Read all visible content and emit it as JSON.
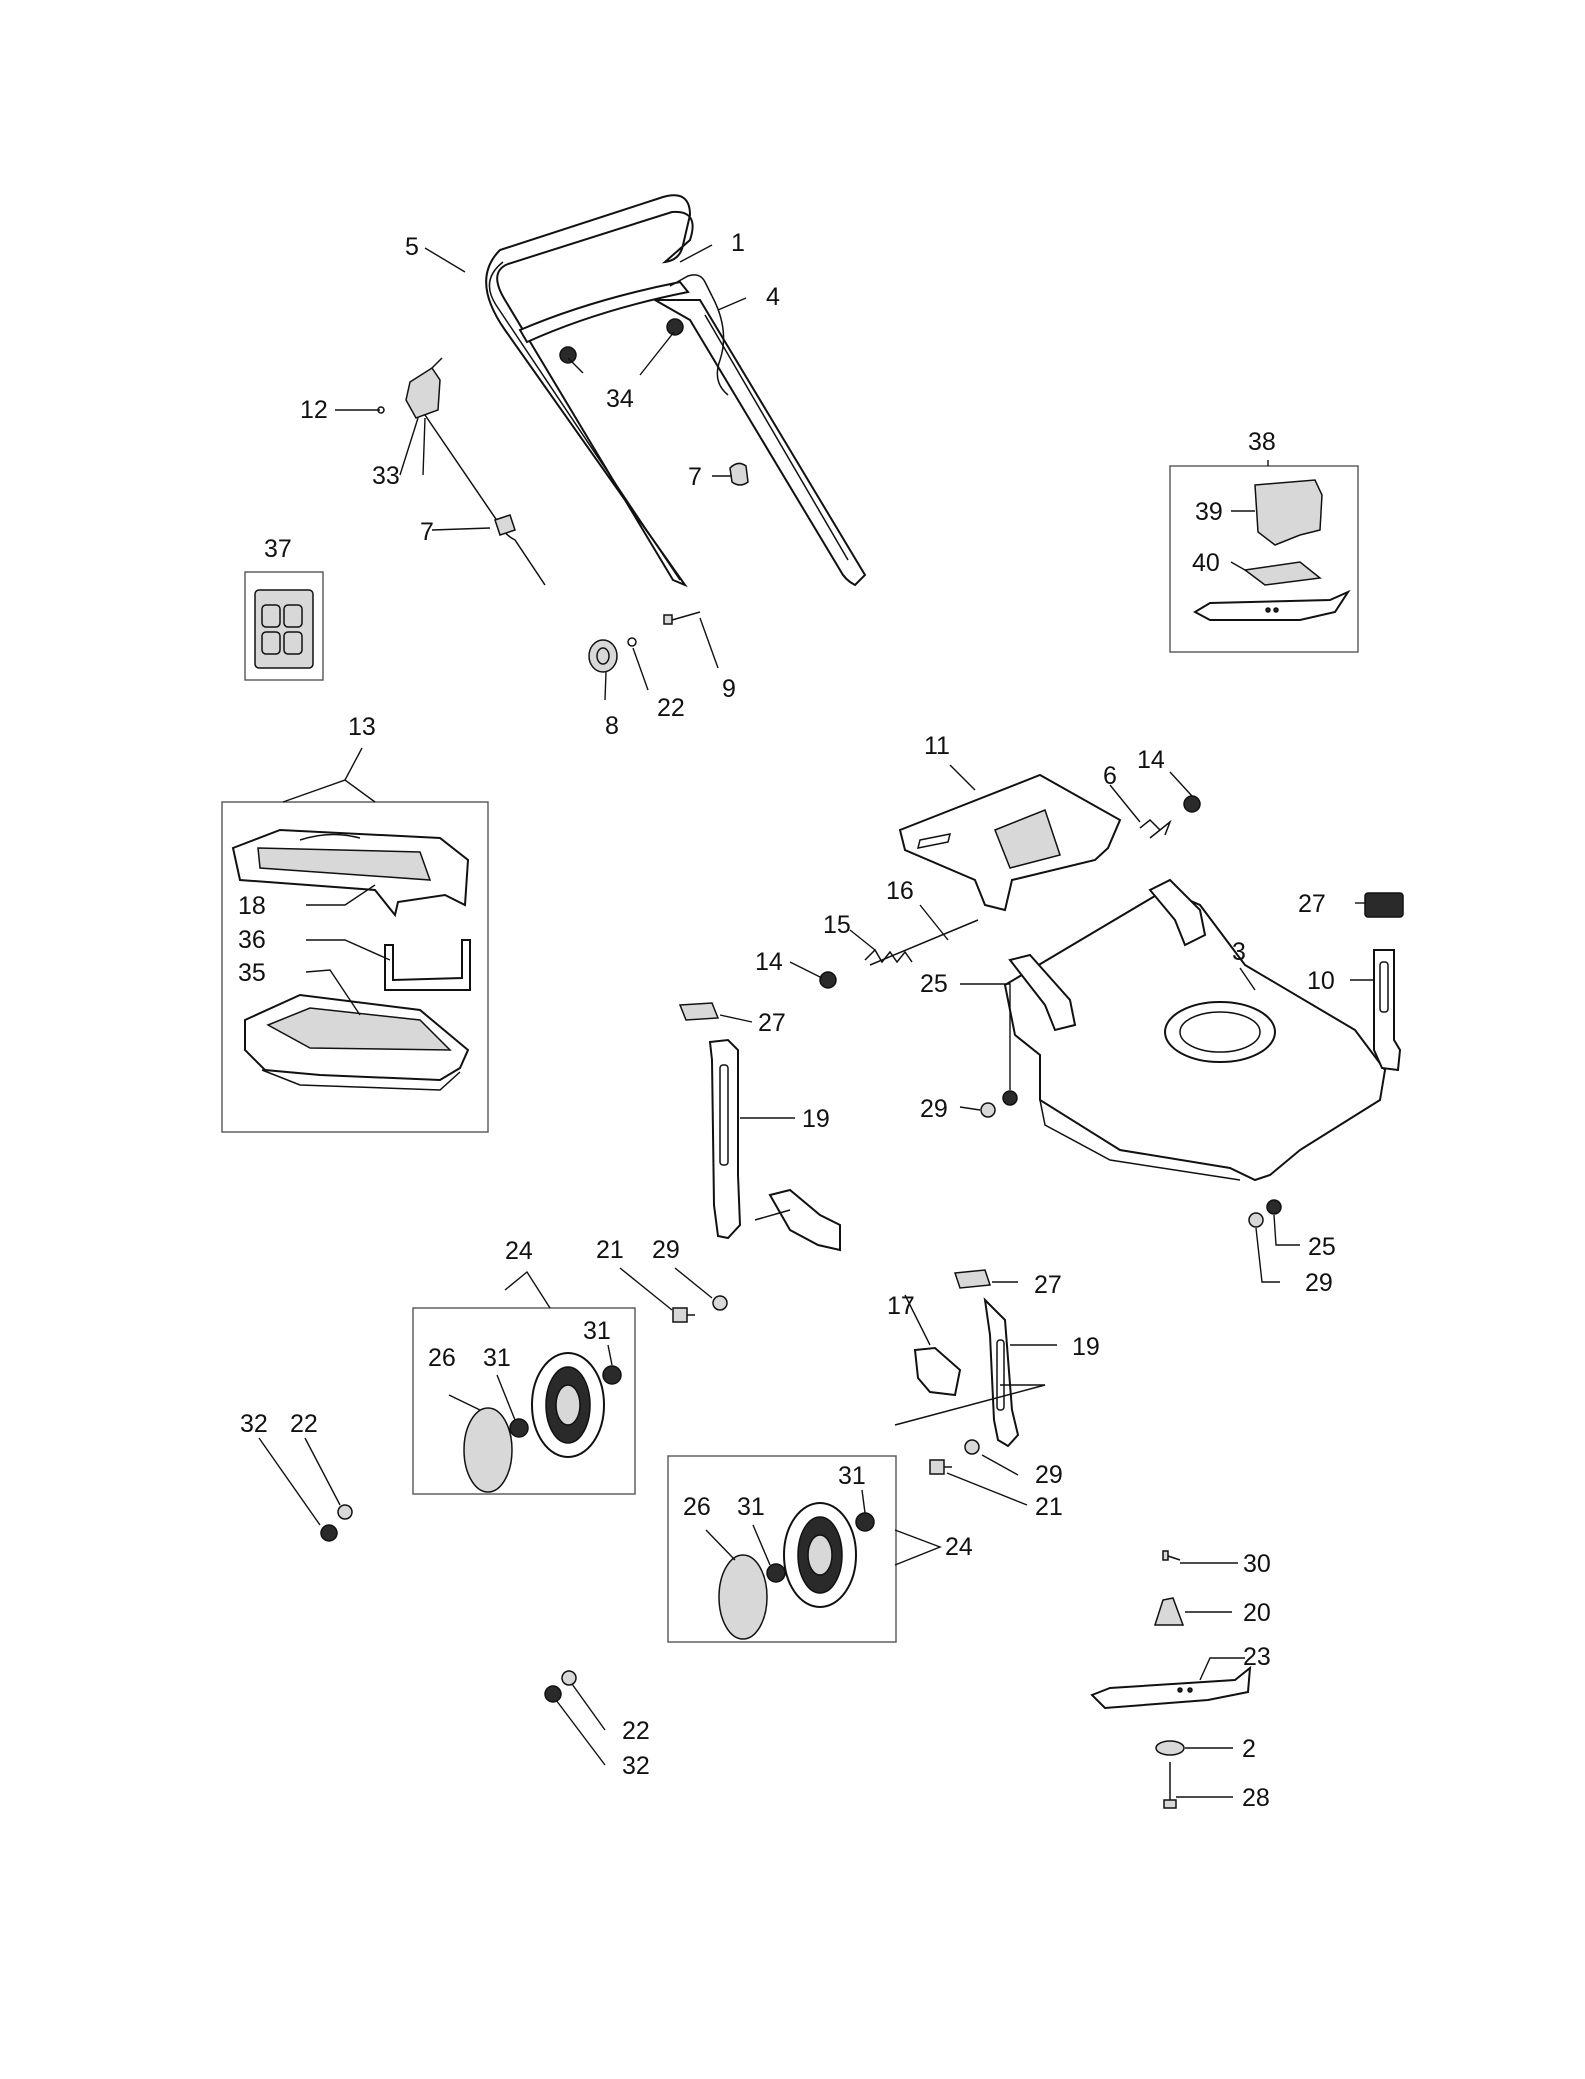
{
  "callouts": [
    {
      "id": "c1",
      "text": "1"
    },
    {
      "id": "c2",
      "text": "2"
    },
    {
      "id": "c3",
      "text": "3"
    },
    {
      "id": "c4",
      "text": "4"
    },
    {
      "id": "c5",
      "text": "5"
    },
    {
      "id": "c6",
      "text": "6"
    },
    {
      "id": "c7a",
      "text": "7"
    },
    {
      "id": "c7b",
      "text": "7"
    },
    {
      "id": "c8",
      "text": "8"
    },
    {
      "id": "c9",
      "text": "9"
    },
    {
      "id": "c10",
      "text": "10"
    },
    {
      "id": "c11",
      "text": "11"
    },
    {
      "id": "c12",
      "text": "12"
    },
    {
      "id": "c13",
      "text": "13"
    },
    {
      "id": "c14a",
      "text": "14"
    },
    {
      "id": "c14b",
      "text": "14"
    },
    {
      "id": "c15",
      "text": "15"
    },
    {
      "id": "c16",
      "text": "16"
    },
    {
      "id": "c17",
      "text": "17"
    },
    {
      "id": "c18",
      "text": "18"
    },
    {
      "id": "c19a",
      "text": "19"
    },
    {
      "id": "c19b",
      "text": "19"
    },
    {
      "id": "c20",
      "text": "20"
    },
    {
      "id": "c21a",
      "text": "21"
    },
    {
      "id": "c21b",
      "text": "21"
    },
    {
      "id": "c22a",
      "text": "22"
    },
    {
      "id": "c22b",
      "text": "22"
    },
    {
      "id": "c22c",
      "text": "22"
    },
    {
      "id": "c23",
      "text": "23"
    },
    {
      "id": "c24a",
      "text": "24"
    },
    {
      "id": "c24b",
      "text": "24"
    },
    {
      "id": "c25a",
      "text": "25"
    },
    {
      "id": "c25b",
      "text": "25"
    },
    {
      "id": "c26a",
      "text": "26"
    },
    {
      "id": "c26b",
      "text": "26"
    },
    {
      "id": "c27a",
      "text": "27"
    },
    {
      "id": "c27b",
      "text": "27"
    },
    {
      "id": "c27c",
      "text": "27"
    },
    {
      "id": "c28",
      "text": "28"
    },
    {
      "id": "c29a",
      "text": "29"
    },
    {
      "id": "c29b",
      "text": "29"
    },
    {
      "id": "c29c",
      "text": "29"
    },
    {
      "id": "c29d",
      "text": "29"
    },
    {
      "id": "c30",
      "text": "30"
    },
    {
      "id": "c31a",
      "text": "31"
    },
    {
      "id": "c31b",
      "text": "31"
    },
    {
      "id": "c31c",
      "text": "31"
    },
    {
      "id": "c31d",
      "text": "31"
    },
    {
      "id": "c32a",
      "text": "32"
    },
    {
      "id": "c32b",
      "text": "32"
    },
    {
      "id": "c33",
      "text": "33"
    },
    {
      "id": "c34",
      "text": "34"
    },
    {
      "id": "c35",
      "text": "35"
    },
    {
      "id": "c36",
      "text": "36"
    },
    {
      "id": "c37",
      "text": "37"
    },
    {
      "id": "c38",
      "text": "38"
    },
    {
      "id": "c39",
      "text": "39"
    },
    {
      "id": "c40",
      "text": "40"
    }
  ]
}
